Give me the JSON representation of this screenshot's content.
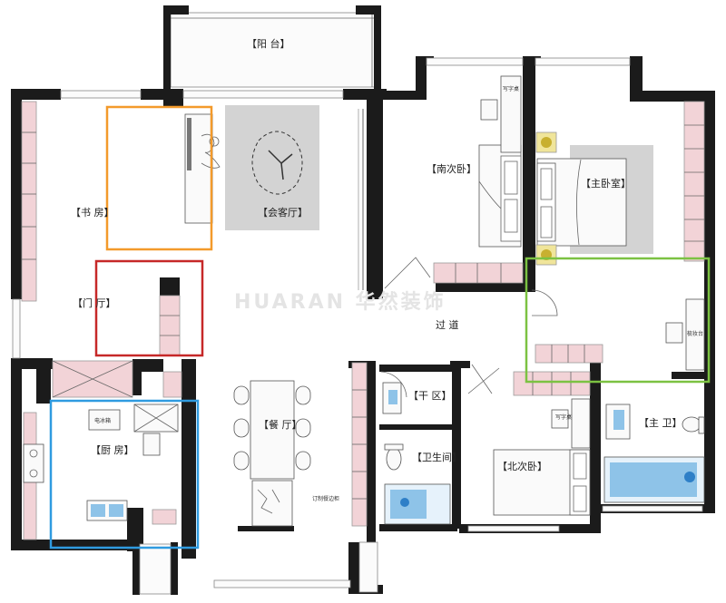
{
  "rooms": {
    "balcony": "【阳 台】",
    "study": "【书 房】",
    "living": "【会客厅】",
    "foyer": "【门 厅】",
    "kitchen": "【厨 房】",
    "dining": "【餐 厅】",
    "hallway": "过 道",
    "south_bedroom": "【南次卧】",
    "master_bedroom": "【主卧室】",
    "dry_zone": "【干 区】",
    "bathroom": "【卫生间】",
    "north_bedroom": "【北次卧】",
    "master_bath": "【主 卫】"
  },
  "annotations": {
    "desk_south": "写字桌",
    "desk_north": "写字桌",
    "vanity": "梳妆台",
    "fridge": "电冰箱",
    "custom_cabinet": "订制餐边柜"
  },
  "watermark": "HUARAN 华然装饰",
  "colors": {
    "orange": "#f39a2b",
    "red": "#c62828",
    "green": "#7cc242",
    "blue": "#2f9be0",
    "wall": "#1b1b1b",
    "cabinet": "#f2d3d7",
    "rug": "#d3d3d3",
    "water": "#8ec3e8"
  }
}
